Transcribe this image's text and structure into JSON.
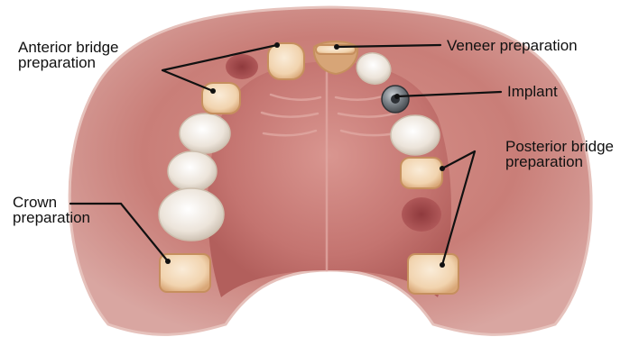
{
  "labels": {
    "anterior_bridge": [
      "Anterior bridge",
      "preparation"
    ],
    "veneer": [
      "Veneer preparation"
    ],
    "implant": [
      "Implant"
    ],
    "posterior_bridge": [
      "Posterior bridge",
      "preparation"
    ],
    "crown": [
      "Crown",
      "preparation"
    ]
  },
  "colors": {
    "gum_outer": "#d9a6a1",
    "gum": "#c97e78",
    "gum_inner": "#b25f5c",
    "palate": "#c47470",
    "palate_light": "#dc9c96",
    "tooth": "#f3ede6",
    "tooth_shadow": "#d8cfc4",
    "prep": "#f1d3ae",
    "prep_rim": "#c68f5e",
    "implant": "#6f7479",
    "gap": "#a24a4b",
    "leader": "#111111"
  }
}
